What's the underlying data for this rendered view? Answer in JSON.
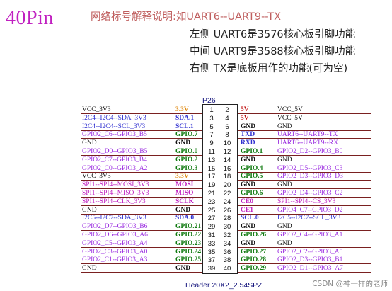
{
  "title": "40Pin",
  "notes": {
    "header": "网络标号解释说明:如UART6--UART9--TX",
    "line1": "左侧 UART6是3576核心板引脚功能",
    "line2": "中间 UART9是3588核心板引脚功能",
    "line3": "右侧 TX是底板用作的功能(可为空)"
  },
  "connector": {
    "ref": "P26",
    "part": "Header 20X2_2.54SPZ"
  },
  "colors": {
    "black": "#111111",
    "blue": "#3030d0",
    "violet": "#9a2be0",
    "green": "#107a10",
    "orange": "#e08a10",
    "red": "#c01010",
    "magenta": "#c020c0"
  },
  "rows": [
    {
      "l": {
        "net": "VCC_3V3",
        "nc": "black",
        "gpio": "3.3V",
        "gc": "orange"
      },
      "lp": "1",
      "rp": "2",
      "r": {
        "gpio": "5V",
        "gc": "red",
        "net": "VCC_5V",
        "nc": "black"
      }
    },
    {
      "l": {
        "net": "I2C4--I2C4--SDA_3V3",
        "nc": "blue",
        "gpio": "SDA.1",
        "gc": "blue"
      },
      "lp": "3",
      "rp": "4",
      "r": {
        "gpio": "5V",
        "gc": "red",
        "net": "VCC_5V",
        "nc": "black"
      }
    },
    {
      "l": {
        "net": "I2C4--I2C4--SCL_3V3",
        "nc": "blue",
        "gpio": "SCL.1",
        "gc": "blue"
      },
      "lp": "5",
      "rp": "6",
      "r": {
        "gpio": "GND",
        "gc": "black",
        "net": "GND",
        "nc": "black"
      }
    },
    {
      "l": {
        "net": "GPIO2_C6--GPIO3_B5",
        "nc": "violet",
        "gpio": "GPIO.7",
        "gc": "green"
      },
      "lp": "7",
      "rp": "8",
      "r": {
        "gpio": "TXD",
        "gc": "blue",
        "net": "UART6--UART9--TX",
        "nc": "violet"
      }
    },
    {
      "l": {
        "net": "GND",
        "nc": "black",
        "gpio": "GND",
        "gc": "black"
      },
      "lp": "9",
      "rp": "10",
      "r": {
        "gpio": "RXD",
        "gc": "blue",
        "net": "UART6--UART9--RX",
        "nc": "violet"
      }
    },
    {
      "l": {
        "net": "GPIO2_D0--GPIO3_B5",
        "nc": "violet",
        "gpio": "GPIO.0",
        "gc": "green"
      },
      "lp": "11",
      "rp": "12",
      "r": {
        "gpio": "GPIO.1",
        "gc": "green",
        "net": "GPIO2_D2--GPIO3_B0",
        "nc": "violet"
      }
    },
    {
      "l": {
        "net": "GPIO2_C7--GPIO3_B4",
        "nc": "violet",
        "gpio": "GPIO.2",
        "gc": "green"
      },
      "lp": "13",
      "rp": "14",
      "r": {
        "gpio": "GND",
        "gc": "black",
        "net": "GND",
        "nc": "black"
      }
    },
    {
      "l": {
        "net": "GPIO2_C0--GPIO3_A2",
        "nc": "violet",
        "gpio": "GPIO.3",
        "gc": "green"
      },
      "lp": "15",
      "rp": "16",
      "r": {
        "gpio": "GPIO.4",
        "gc": "green",
        "net": "GPIO2_D5--GPIO3_C3",
        "nc": "violet"
      }
    },
    {
      "l": {
        "net": "VCC_3V3",
        "nc": "black",
        "gpio": "3.3V",
        "gc": "orange"
      },
      "lp": "17",
      "rp": "18",
      "r": {
        "gpio": "GPIO.5",
        "gc": "green",
        "net": "GPIO2_D3--GPIO3_D3",
        "nc": "violet"
      }
    },
    {
      "l": {
        "net": "SPI1--SPI4--MOSI_3V3",
        "nc": "magenta",
        "gpio": "MOSI",
        "gc": "magenta"
      },
      "lp": "19",
      "rp": "20",
      "r": {
        "gpio": "GND",
        "gc": "black",
        "net": "GND",
        "nc": "black"
      }
    },
    {
      "l": {
        "net": "SPI1--SPI4--MISO_3V3",
        "nc": "magenta",
        "gpio": "MISO",
        "gc": "magenta"
      },
      "lp": "21",
      "rp": "22",
      "r": {
        "gpio": "GPIO.6",
        "gc": "green",
        "net": "GPIO2_D4--GPIO3_C2",
        "nc": "violet"
      }
    },
    {
      "l": {
        "net": "SPI1--SPI4--CLK_3V3",
        "nc": "magenta",
        "gpio": "SCLK",
        "gc": "magenta"
      },
      "lp": "23",
      "rp": "24",
      "r": {
        "gpio": "CE0",
        "gc": "magenta",
        "net": "SPI1--SPI4--CS_3V3",
        "nc": "magenta"
      }
    },
    {
      "l": {
        "net": "GND",
        "nc": "black",
        "gpio": "GND",
        "gc": "black"
      },
      "lp": "25",
      "rp": "26",
      "r": {
        "gpio": "CE1",
        "gc": "magenta",
        "net": "GPIO4_C7--GPIO3_D2",
        "nc": "violet"
      }
    },
    {
      "l": {
        "net": "I2C5--I2C7--SDA_3V3",
        "nc": "blue",
        "gpio": "SDA.0",
        "gc": "blue"
      },
      "lp": "27",
      "rp": "28",
      "r": {
        "gpio": "SCL.0",
        "gc": "blue",
        "net": "I2C5--I2C7--SCL_3V3",
        "nc": "blue"
      }
    },
    {
      "l": {
        "net": "GPIO2_D7--GPIO3_B6",
        "nc": "violet",
        "gpio": "GPIO.21",
        "gc": "green"
      },
      "lp": "29",
      "rp": "30",
      "r": {
        "gpio": "GND",
        "gc": "black",
        "net": "GND",
        "nc": "black"
      }
    },
    {
      "l": {
        "net": "GPIO2_D6--GPIO3_A6",
        "nc": "violet",
        "gpio": "GPIO.22",
        "gc": "green"
      },
      "lp": "31",
      "rp": "32",
      "r": {
        "gpio": "GPIO.26",
        "gc": "green",
        "net": "GPIO2_C4--GPIO3_A1",
        "nc": "violet"
      }
    },
    {
      "l": {
        "net": "GPIO2_C5--GPIO3_A4",
        "nc": "violet",
        "gpio": "GPIO.23",
        "gc": "green"
      },
      "lp": "33",
      "rp": "34",
      "r": {
        "gpio": "GND",
        "gc": "black",
        "net": "GND",
        "nc": "black"
      }
    },
    {
      "l": {
        "net": "GPIO2_C3--GPIO3_A0",
        "nc": "violet",
        "gpio": "GPIO.24",
        "gc": "green"
      },
      "lp": "35",
      "rp": "36",
      "r": {
        "gpio": "GPIO.27",
        "gc": "green",
        "net": "GPIO2_C2--GPIO3_A5",
        "nc": "violet"
      }
    },
    {
      "l": {
        "net": "GPIO2_C1--GPIO3_A3",
        "nc": "violet",
        "gpio": "GPIO.25",
        "gc": "green"
      },
      "lp": "37",
      "rp": "38",
      "r": {
        "gpio": "GPIO.28",
        "gc": "green",
        "net": "GPIO2_D3--GPIO3_B1",
        "nc": "violet"
      }
    },
    {
      "l": {
        "net": "GND",
        "nc": "black",
        "gpio": "GND",
        "gc": "black"
      },
      "lp": "39",
      "rp": "40",
      "r": {
        "gpio": "GPIO.29",
        "gc": "green",
        "net": "GPIO2_D1--GPIO3_A7",
        "nc": "violet"
      }
    }
  ],
  "watermark": "CSDN @神一样的老师"
}
